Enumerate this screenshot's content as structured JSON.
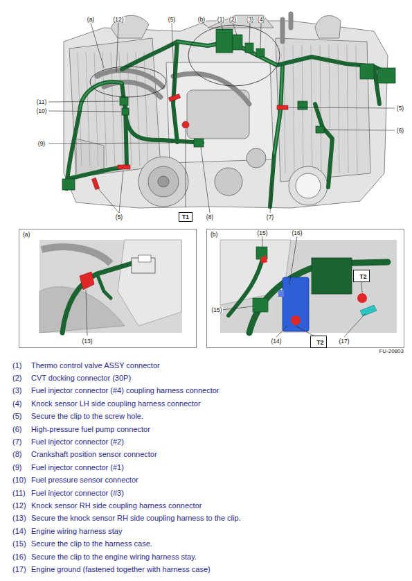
{
  "diagram": {
    "nodes": [
      {
        "text": [
          "T1"
        ]
      },
      {
        "text": [
          "(a)"
        ]
      },
      {
        "text": [
          "(b)"
        ]
      },
      {
        "text": [
          "T2"
        ],
        "in": 2
      },
      {
        "text": [
          "T2"
        ],
        "in": 2
      }
    ],
    "labels": [
      "(a)",
      "(12)",
      "(5)",
      "(b)",
      "(1)",
      "(2)",
      "(3)",
      "(4)",
      "(11)",
      "(10)",
      "(5)",
      "(6)",
      "(9)",
      "(5)",
      "(8)",
      "(7)",
      "(13)",
      "(15)",
      "(16)",
      "(15)",
      "(14)",
      "(17)",
      "FU-20803",
      "(1)",
      "Thermo control valve ASSY connector",
      "(2)",
      "CVT docking connector (30P)",
      "(3)",
      "Fuel injector connector (#4) coupling harness connector",
      "(4)",
      "Knock sensor LH side coupling harness connector",
      "(5)",
      "Secure the clip to the screw hole.",
      "(6)",
      "High-pressure fuel pump connector",
      "(7)",
      "Fuel injector connector (#2)",
      "(8)",
      "Crankshaft position sensor connector",
      "(9)",
      "Fuel injector connector (#1)",
      "(10)",
      "Fuel pressure sensor connector",
      "(11)",
      "Fuel injector connector (#3)",
      "(12)",
      "Knock sensor RH side coupling harness connector",
      "(13)",
      "Secure the knock sensor RH side coupling harness to the clip.",
      "(14)",
      "Engine wiring harness stay",
      "(15)",
      "Secure the clip to the harness case.",
      "(16)",
      "Secure the clip to the engine wiring harness stay.",
      "(17)",
      "Engine ground (fastened together with harness case)"
    ]
  }
}
